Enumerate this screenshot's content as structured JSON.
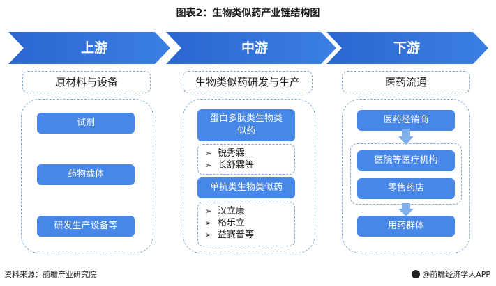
{
  "title": "图表2：生物类似药产业链结构图",
  "stages": [
    {
      "label": "上游",
      "box": "原材料与设备"
    },
    {
      "label": "中游",
      "box": "生物类似药研发与生产"
    },
    {
      "label": "下游",
      "box": "医药流通"
    }
  ],
  "upstream": {
    "items": [
      "试剂",
      "药物载体",
      "研发生产设备等"
    ]
  },
  "midstream": {
    "cat1": {
      "title": "蛋白多肽类生物类似药",
      "items": [
        "锐秀霖",
        "长舒霖等"
      ]
    },
    "cat2": {
      "title": "单抗类生物类似药",
      "items": [
        "汉立康",
        "格乐立",
        "益赛普等"
      ]
    }
  },
  "downstream": {
    "distributor": "医药经销商",
    "channels": [
      "医院等医疗机构",
      "零售药店"
    ],
    "end": "用药群体"
  },
  "footer": {
    "source": "资料来源：前瞻产业研究院",
    "brand": "@前瞻经济学人APP"
  },
  "colors": {
    "chevron": "#2f6fd6",
    "button": "#4787e8",
    "dash": "#7fa7d8"
  }
}
